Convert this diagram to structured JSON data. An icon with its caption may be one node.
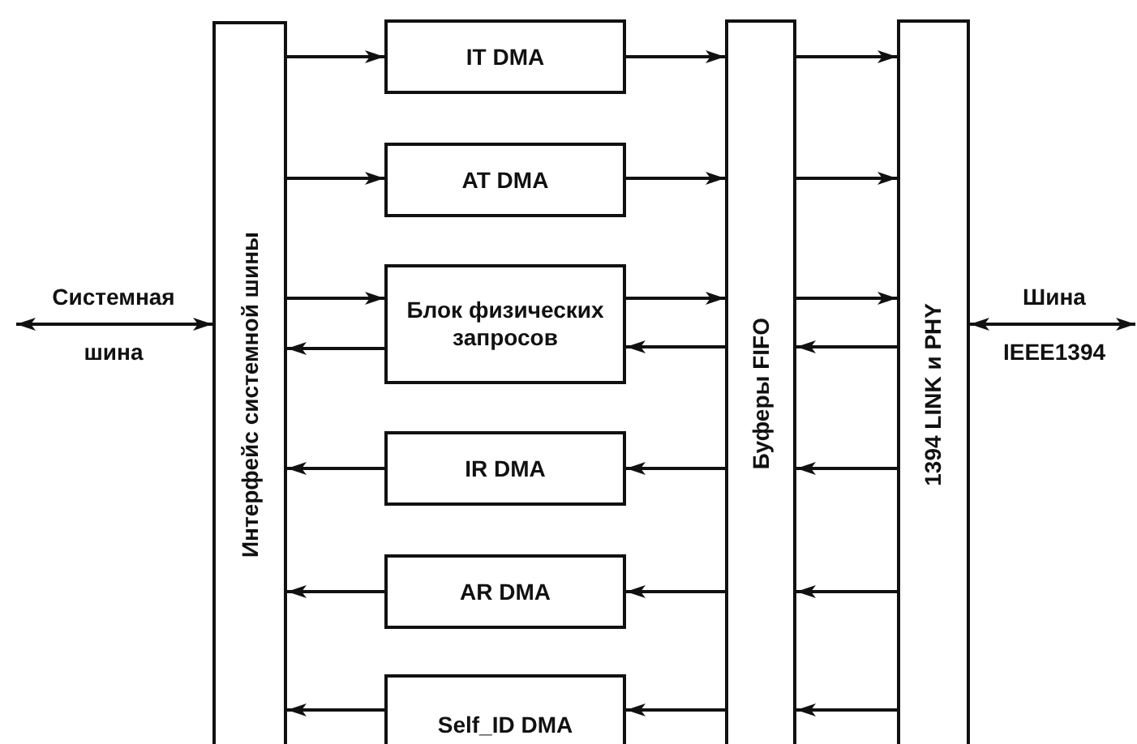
{
  "diagram": {
    "nodes": [
      {
        "text": [
          "Интерфейс системной шины"
        ]
      },
      {
        "text": [
          "IT DMA"
        ]
      },
      {
        "text": [
          "AT DMA"
        ]
      },
      {
        "text": [
          "Блок физических запросов"
        ]
      },
      {
        "text": [
          "IR DMA"
        ]
      },
      {
        "text": [
          "AR DMA"
        ]
      },
      {
        "text": [
          "Self_ID DMA"
        ]
      },
      {
        "text": [
          "Буферы FIFO"
        ]
      },
      {
        "text": [
          "1394 LINK и PHY"
        ]
      }
    ],
    "edges": [
      {
        "from": null,
        "to": 0,
        "arrow": "both",
        "label": "Системная шина"
      },
      {
        "from": 0,
        "to": 1,
        "arrow": "to"
      },
      {
        "from": 0,
        "to": 2,
        "arrow": "to"
      },
      {
        "from": 0,
        "to": 3,
        "arrow": "to"
      },
      {
        "from": 3,
        "to": 0,
        "arrow": "to"
      },
      {
        "from": 4,
        "to": 0,
        "arrow": "to"
      },
      {
        "from": 5,
        "to": 0,
        "arrow": "to"
      },
      {
        "from": 6,
        "to": 0,
        "arrow": "to"
      },
      {
        "from": 1,
        "to": 7,
        "arrow": "to"
      },
      {
        "from": 2,
        "to": 7,
        "arrow": "to"
      },
      {
        "from": 3,
        "to": 7,
        "arrow": "to"
      },
      {
        "from": 7,
        "to": 3,
        "arrow": "to"
      },
      {
        "from": 7,
        "to": 4,
        "arrow": "to"
      },
      {
        "from": 7,
        "to": 5,
        "arrow": "to"
      },
      {
        "from": 7,
        "to": 6,
        "arrow": "to"
      },
      {
        "from": 7,
        "to": 8,
        "arrow": "to"
      },
      {
        "from": 7,
        "to": 8,
        "arrow": "to"
      },
      {
        "from": 7,
        "to": 8,
        "arrow": "to"
      },
      {
        "from": 8,
        "to": 7,
        "arrow": "to"
      },
      {
        "from": 8,
        "to": 7,
        "arrow": "to"
      },
      {
        "from": 8,
        "to": 7,
        "arrow": "to"
      },
      {
        "from": 8,
        "to": 7,
        "arrow": "to"
      },
      {
        "from": 8,
        "to": null,
        "arrow": "both",
        "label": "Шина IEEE1394"
      }
    ]
  }
}
